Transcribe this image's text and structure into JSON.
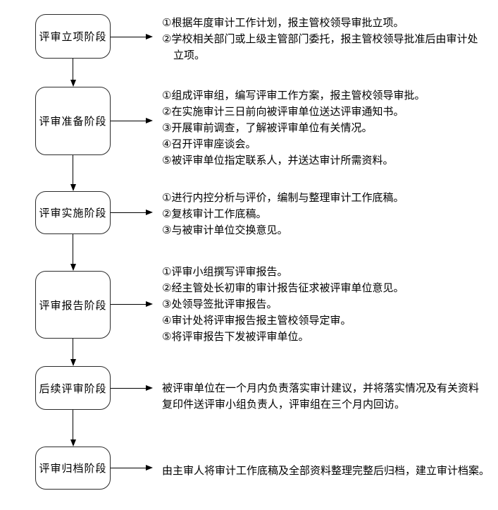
{
  "stages": [
    {
      "label": "评审立项阶段",
      "lines": [
        "①根据年度审计工作计划，报主管校领导审批立项。",
        "②学校相关部门或上级主管部门委托，报主管校领导批准后由审计处",
        "立项。"
      ]
    },
    {
      "label": "评审准备阶段",
      "lines": [
        "①组成评审组，编写评审工作方案，报主管校领导审批。",
        "②在实施审计三日前向被评审单位送达评审通知书。",
        "③开展审前调查，了解被评审单位有关情况。",
        "④召开评审座谈会。",
        "⑤被评审单位指定联系人，并送达审计所需资料。"
      ]
    },
    {
      "label": "评审实施阶段",
      "lines": [
        "①进行内控分析与评价，编制与整理审计工作底稿。",
        "②复核审计工作底稿。",
        "③与被审计单位交换意见。"
      ]
    },
    {
      "label": "评审报告阶段",
      "lines": [
        "①评审小组撰写评审报告。",
        "②经主管处长初审的审计报告征求被评审单位意见。",
        "③处领导签批评审报告。",
        "④审计处将评审报告报主管校领导定审。",
        "⑤将评审报告下发被评审单位。"
      ]
    },
    {
      "label": "后续评审阶段",
      "lines": [
        "被评审单位在一个月内负责落实审计建议，并将落实情况及有关资料",
        "复印件送评审小组负责人，评审组在三个月内回访。"
      ]
    },
    {
      "label": "评审归档阶段",
      "lines": [
        "由主审人将审计工作底稿及全部资料整理完整后归档，建立审计档案。"
      ]
    }
  ],
  "colors": {
    "line": "#000000",
    "box_border": "#2b2b2b",
    "background": "#ffffff",
    "text": "#000000"
  }
}
